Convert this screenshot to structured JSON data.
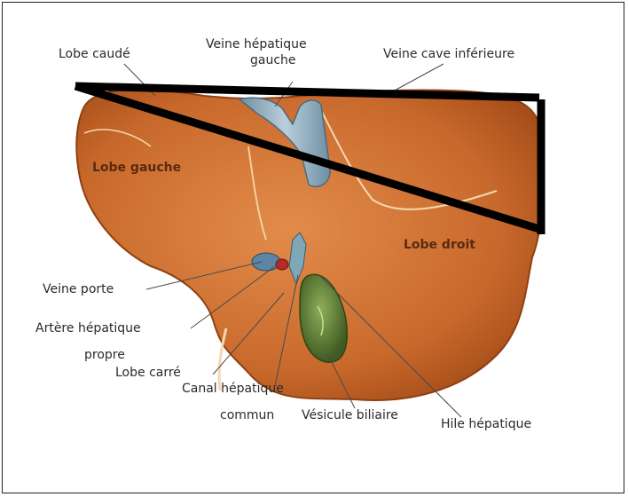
{
  "labels": {
    "lobe_caude": "Lobe caudé",
    "veine_hepatique_gauche_l1": "Veine hépatique",
    "veine_hepatique_gauche_l2": "gauche",
    "veine_cave_inferieure": "Veine cave inférieure",
    "lobe_gauche": "Lobe gauche",
    "lobe_droit": "Lobe droit",
    "veine_porte": "Veine porte",
    "artere_hepatique_l1": "Artère hépatique",
    "artere_hepatique_l2": "propre",
    "lobe_carre": "Lobe carré",
    "canal_hepatique_l1": "Canal hépatique",
    "canal_hepatique_l2": "commun",
    "vesicule_biliaire": "Vésicule biliaire",
    "hile_hepatique": "Hile hépatique"
  },
  "colors": {
    "liver": "#c8692c",
    "liver_dark": "#a44c18",
    "liver_light": "#e08a48",
    "vein": "#8aa6b8",
    "gallbladder": "#5e7a3a",
    "overlay": "#000000"
  }
}
